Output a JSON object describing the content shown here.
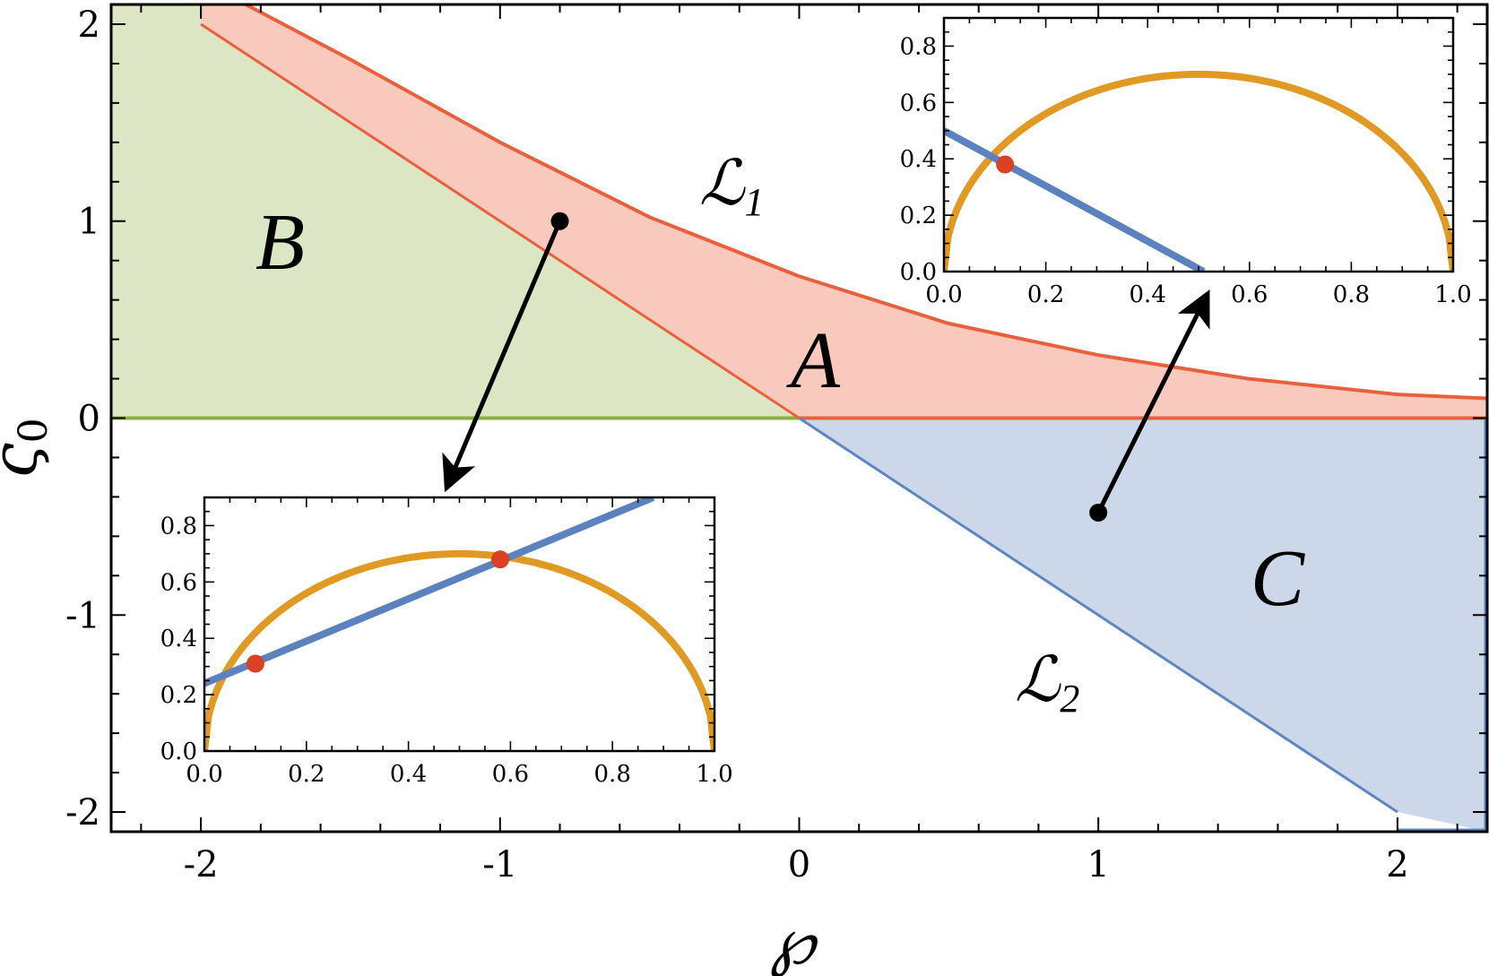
{
  "colors": {
    "region_A": "#f8c9bc",
    "region_A_edge": "#e8603c",
    "region_B": "#dde6c4",
    "region_B_edge": "#8db03a",
    "region_C": "#ccd8e9",
    "region_C_edge": "#5e86c2",
    "semicircle": "#e09a24",
    "chord": "#5b82be",
    "intersection": "#db4223",
    "pointer": "#000000"
  },
  "chart_data": {
    "type": "area",
    "xlabel": "℘",
    "ylabel": "ς",
    "ylabel_subscript": "0",
    "xlim": [
      -2.3,
      2.3
    ],
    "ylim": [
      -2.1,
      2.1
    ],
    "x_ticks": [
      -2,
      -1,
      0,
      1,
      2
    ],
    "x_tick_labels": [
      "-2",
      "-1",
      "0",
      "1",
      "2"
    ],
    "y_ticks": [
      -2,
      -1,
      0,
      1,
      2
    ],
    "y_tick_labels": [
      "-2",
      "-1",
      "0",
      "1",
      "2"
    ],
    "regions": [
      {
        "name": "A",
        "description_label": "A"
      },
      {
        "name": "B",
        "description_label": "B"
      },
      {
        "name": "C",
        "description_label": "C"
      }
    ],
    "curves": [
      {
        "label": "ℒ",
        "subscript": "1",
        "x": [
          -1.85,
          -1.5,
          -1.0,
          -0.5,
          0.0,
          0.5,
          1.0,
          1.5,
          2.0,
          2.3
        ],
        "y": [
          2.1,
          1.82,
          1.4,
          1.02,
          0.72,
          0.48,
          0.32,
          0.2,
          0.12,
          0.1
        ]
      },
      {
        "label": "ℒ",
        "subscript": "2",
        "x": [
          -2.0,
          2.0
        ],
        "y": [
          2.0,
          -2.0
        ]
      }
    ],
    "points": [
      {
        "x": -0.8,
        "y": 1.0
      },
      {
        "x": 1.0,
        "y": -0.48
      }
    ],
    "insets": [
      {
        "xlim": [
          0.0,
          1.0
        ],
        "ylim": [
          0.0,
          0.9
        ],
        "x_tick_labels": [
          "0.0",
          "0.2",
          "0.4",
          "0.6",
          "0.8",
          "1.0"
        ],
        "y_tick_labels": [
          "0.0",
          "0.2",
          "0.4",
          "0.6",
          "0.8"
        ],
        "semicircle": {
          "center": 0.5,
          "radius": 0.5,
          "peak": 0.7
        },
        "line": {
          "x": [
            0.0,
            0.88
          ],
          "y": [
            0.24,
            0.9
          ]
        },
        "intersections": [
          {
            "x": 0.1,
            "y": 0.31
          },
          {
            "x": 0.58,
            "y": 0.68
          }
        ]
      },
      {
        "xlim": [
          0.0,
          1.0
        ],
        "ylim": [
          0.0,
          0.9
        ],
        "x_tick_labels": [
          "0.0",
          "0.2",
          "0.4",
          "0.6",
          "0.8",
          "1.0"
        ],
        "y_tick_labels": [
          "0.0",
          "0.2",
          "0.4",
          "0.6",
          "0.8"
        ],
        "semicircle": {
          "center": 0.5,
          "radius": 0.5,
          "peak": 0.7
        },
        "line": {
          "x": [
            0.0,
            0.51
          ],
          "y": [
            0.5,
            0.0
          ]
        },
        "intersections": [
          {
            "x": 0.12,
            "y": 0.38
          }
        ]
      }
    ]
  }
}
